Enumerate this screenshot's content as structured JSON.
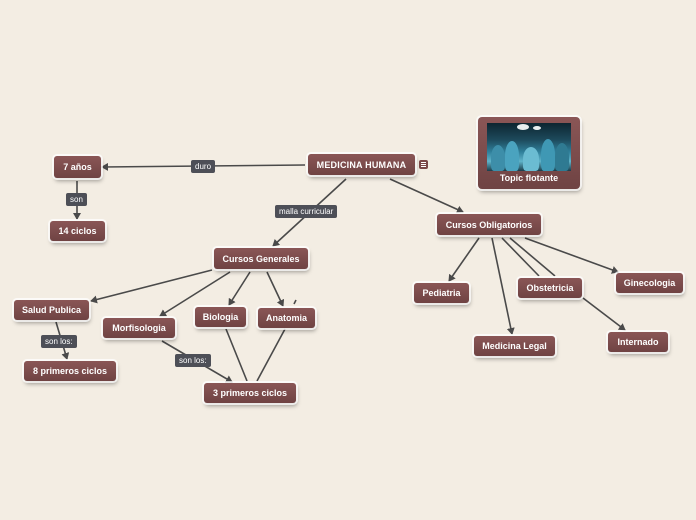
{
  "root": {
    "label": "MEDICINA HUMANA",
    "has_note": true
  },
  "nodes": {
    "siete_anos": "7 años",
    "catorce_ciclos": "14 ciclos",
    "cursos_generales": "Cursos Generales",
    "cursos_obligatorios": "Cursos Obligatorios",
    "salud_publica": "Salud Publica",
    "morfisologia": "Morfisologia",
    "biologia": "Biologia",
    "anatomia": "Anatomia",
    "ocho_primeros_ciclos": "8 primeros ciclos",
    "tres_primeros_ciclos": "3 primeros ciclos",
    "pediatria": "Pediatria",
    "medicina_legal": "Medicina Legal",
    "obstetricia": "Obstetricia",
    "ginecologia": "Ginecologia",
    "internado": "Internado"
  },
  "edge_labels": {
    "duro": "duro",
    "son": "son",
    "malla_curricular": "malla curricular",
    "son_los_1": "son los:",
    "son_los_2": "son los:"
  },
  "floating_topic": {
    "title": "Topic flotante",
    "image": "surgery-photo"
  },
  "colors": {
    "node": "#7a4a4a",
    "label_bg": "#4d4f57",
    "edge": "#4a4a4a",
    "background": "#f3ede3"
  }
}
